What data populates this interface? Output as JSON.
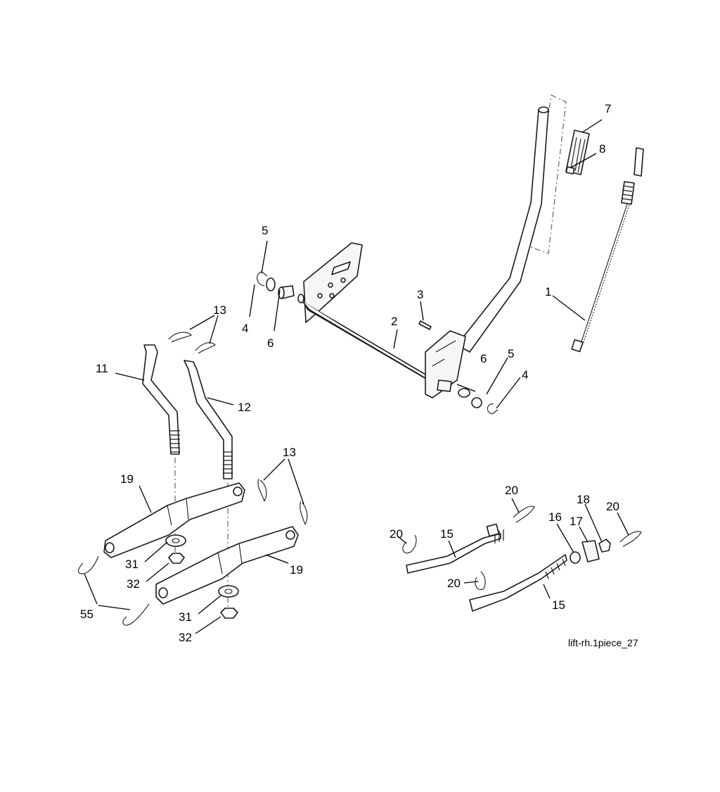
{
  "diagram_title": "",
  "caption": "lift-rh.1piece_27",
  "callouts": {
    "c1": "1",
    "c2": "2",
    "c3": "3",
    "c4a": "4",
    "c4b": "4",
    "c5a": "5",
    "c5b": "5",
    "c6a": "6",
    "c6b": "6",
    "c7": "7",
    "c8": "8",
    "c11": "11",
    "c12": "12",
    "c13a": "13",
    "c13b": "13",
    "c15a": "15",
    "c15b": "15",
    "c16": "16",
    "c17": "17",
    "c18": "18",
    "c19a": "19",
    "c19b": "19",
    "c20a": "20",
    "c20b": "20",
    "c20c": "20",
    "c20d": "20",
    "c31a": "31",
    "c31b": "31",
    "c32a": "32",
    "c32b": "32",
    "c55": "55"
  }
}
